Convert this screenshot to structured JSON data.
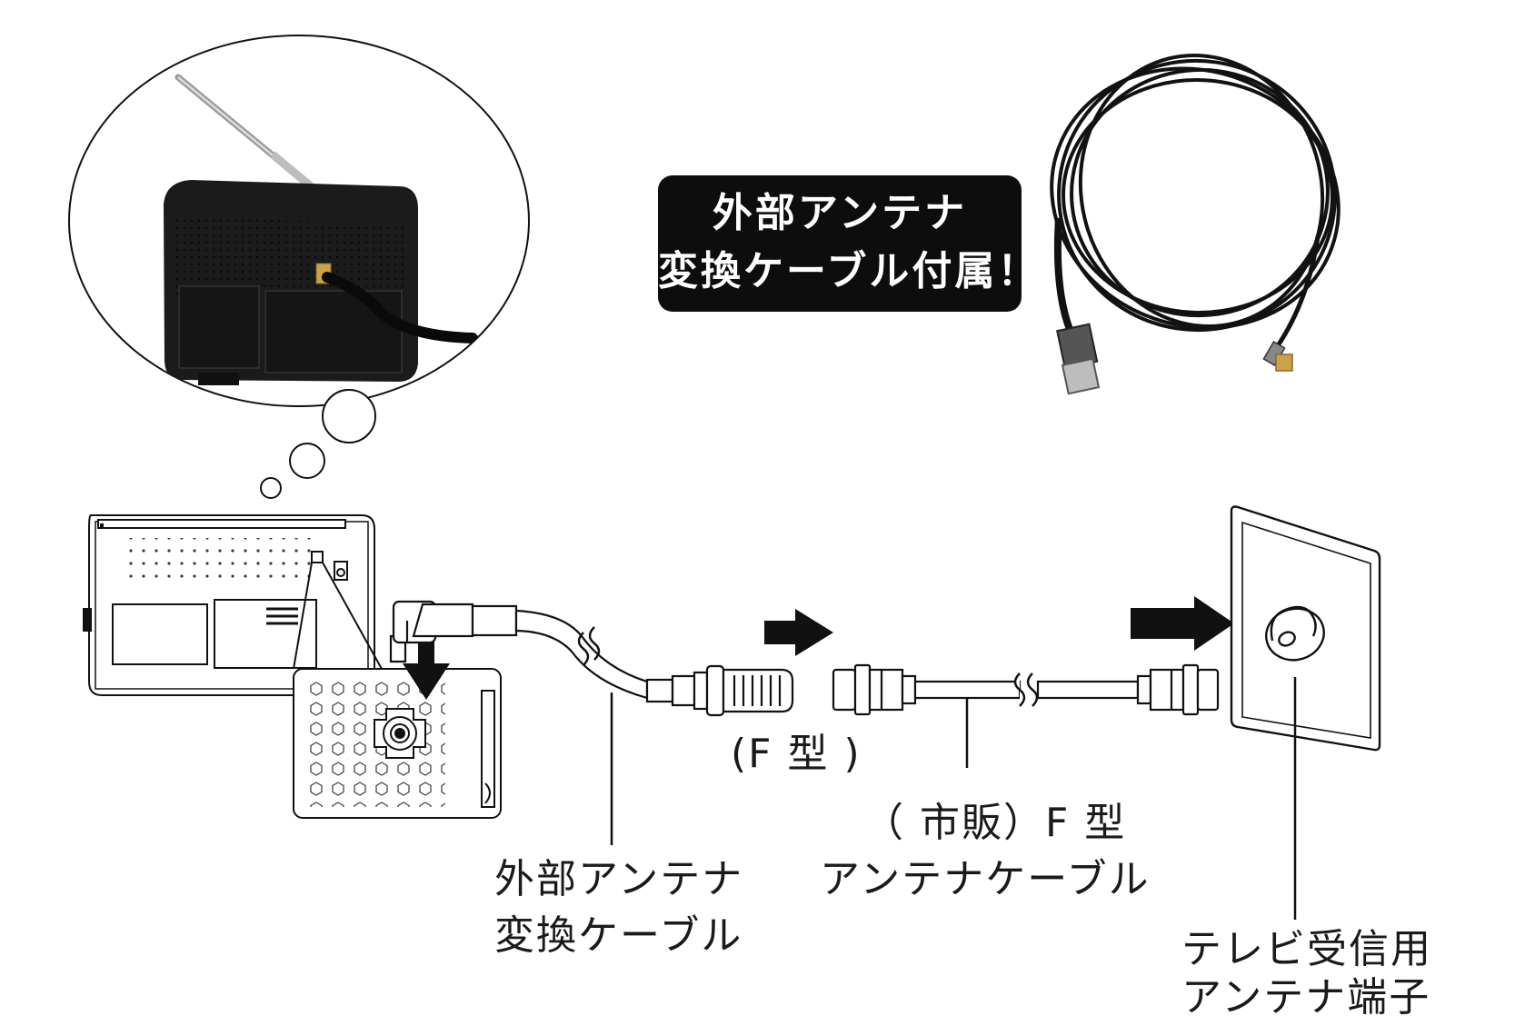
{
  "badge": {
    "line1": "外部アンテナ",
    "line2": "変換ケーブル付属！"
  },
  "labels": {
    "f_type": "(F 型 )",
    "commercial_line1": "（ 市販）F 型",
    "commercial_line2": "アンテナケーブル",
    "adapter_line1": "外部アンテナ",
    "adapter_line2": "変換ケーブル",
    "terminal_line1": "テレビ受信用",
    "terminal_line2": "アンテナ端子"
  },
  "colors": {
    "badge_bg": "#0d0d0d",
    "line": "#1a1a1a",
    "photo_body": "#1c1c1c",
    "gold": "#c9a24a"
  }
}
